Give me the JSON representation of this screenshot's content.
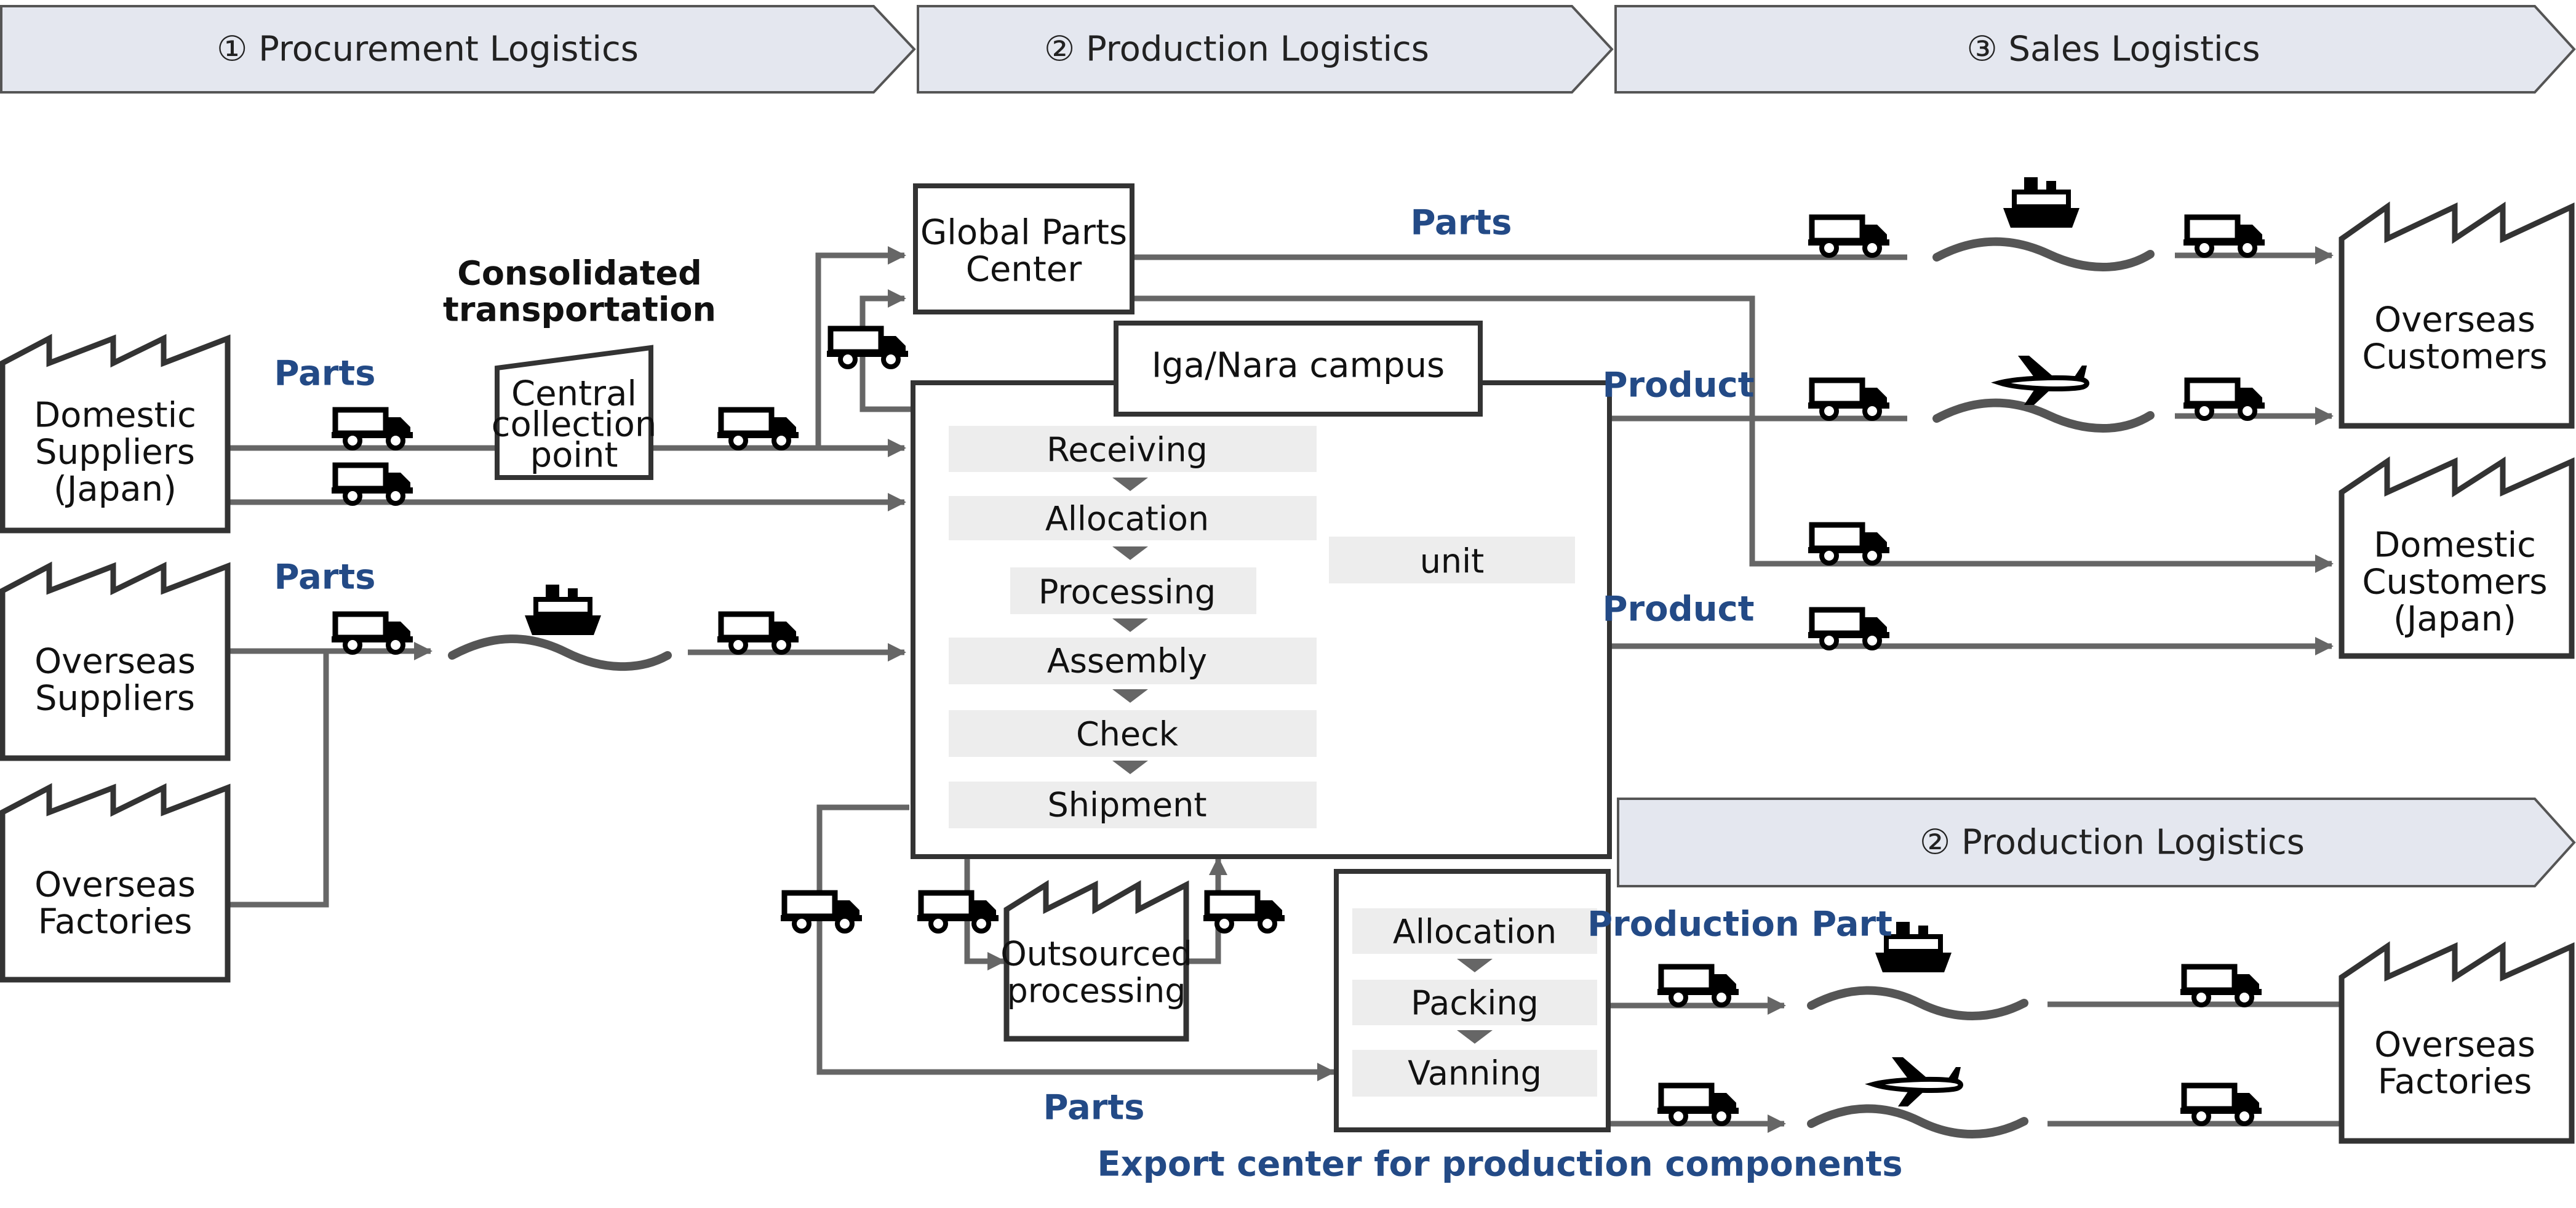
{
  "colors": {
    "banner_fill": "#e4e7ef",
    "label_blue": "#234a86",
    "connector_gray": "#666666",
    "step_fill": "#ededed"
  },
  "banners": {
    "procurement": "① Procurement Logistics",
    "production": "② Production Logistics",
    "sales": "③ Sales Logistics",
    "production_lower": "② Production Logistics"
  },
  "nodes": {
    "domestic_suppliers": [
      "Domestic",
      "Suppliers",
      "(Japan)"
    ],
    "overseas_suppliers": [
      "Overseas",
      "Suppliers"
    ],
    "overseas_factories_left": [
      "Overseas",
      "Factories"
    ],
    "central_collection": [
      "Central",
      "collection",
      "point"
    ],
    "global_parts_center": [
      "Global Parts",
      "Center"
    ],
    "campus_title": "Iga/Nara campus",
    "unit": "unit",
    "outsourced": [
      "Outsourced",
      "processing"
    ],
    "overseas_customers": [
      "Overseas",
      "Customers"
    ],
    "domestic_customers": [
      "Domestic",
      "Customers",
      "(Japan)"
    ],
    "overseas_factories_right": [
      "Overseas",
      "Factories"
    ]
  },
  "campus_steps": [
    "Receiving",
    "Allocation",
    "Processing",
    "Assembly",
    "Check",
    "Shipment"
  ],
  "export_steps": [
    "Allocation",
    "Packing",
    "Vanning"
  ],
  "labels": {
    "consolidated": [
      "Consolidated",
      "transportation"
    ],
    "parts_domestic": "Parts",
    "parts_overseas": "Parts",
    "parts_gpc": "Parts",
    "product_overseas": "Product",
    "product_domestic": "Product",
    "production_part": "Production Part",
    "parts_export": "Parts",
    "export_center": "Export center for production components"
  },
  "icons": [
    "truck-icon",
    "ship-icon",
    "airplane-icon",
    "factory-icon",
    "sea-wave-icon"
  ]
}
